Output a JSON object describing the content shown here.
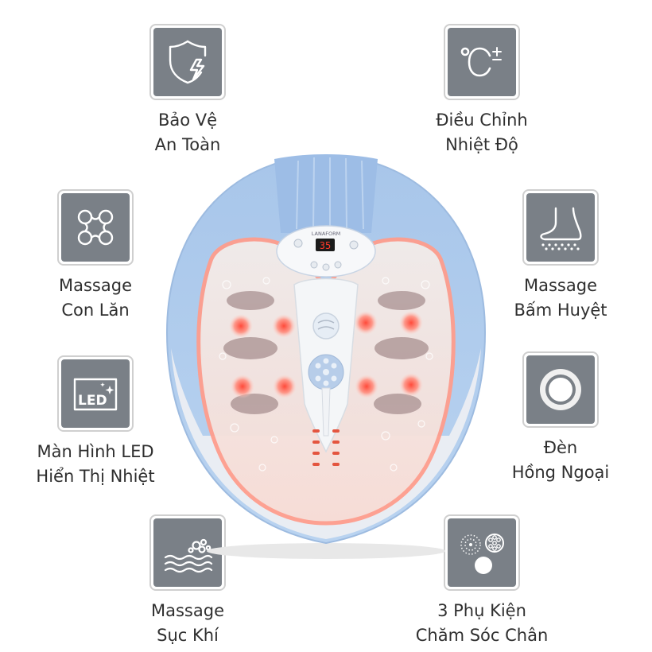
{
  "features": {
    "safety_protection": {
      "label": "Bảo Vệ\nAn Toàn",
      "icon": "shield-bolt-icon"
    },
    "temperature_adjust": {
      "label": "Điều Chỉnh\nNhiệt Độ",
      "icon": "celsius-plus-minus-icon"
    },
    "roller_massage": {
      "label": "Massage\nCon Lăn",
      "icon": "rollers-icon"
    },
    "acupressure_massage": {
      "label": "Massage\nBấm Huyệt",
      "icon": "foot-acupressure-icon"
    },
    "led_display": {
      "label": "Màn Hình LED\nHiển Thị Nhiệt",
      "icon": "led-screen-icon",
      "icon_text": "LED"
    },
    "infrared_light": {
      "label": "Đèn\nHồng Ngoại",
      "icon": "infrared-ring-icon"
    },
    "bubble_massage": {
      "label": "Massage\nSục Khí",
      "icon": "bubbles-waves-icon"
    },
    "care_accessories": {
      "label": "3 Phụ Kiện\nChăm Sóc Chân",
      "icon": "accessories-icon"
    }
  },
  "device": {
    "brand": "LANAFORM",
    "display_temperature": "35",
    "body_color": "#aac8ea",
    "light_color": "#ff6b5a"
  }
}
